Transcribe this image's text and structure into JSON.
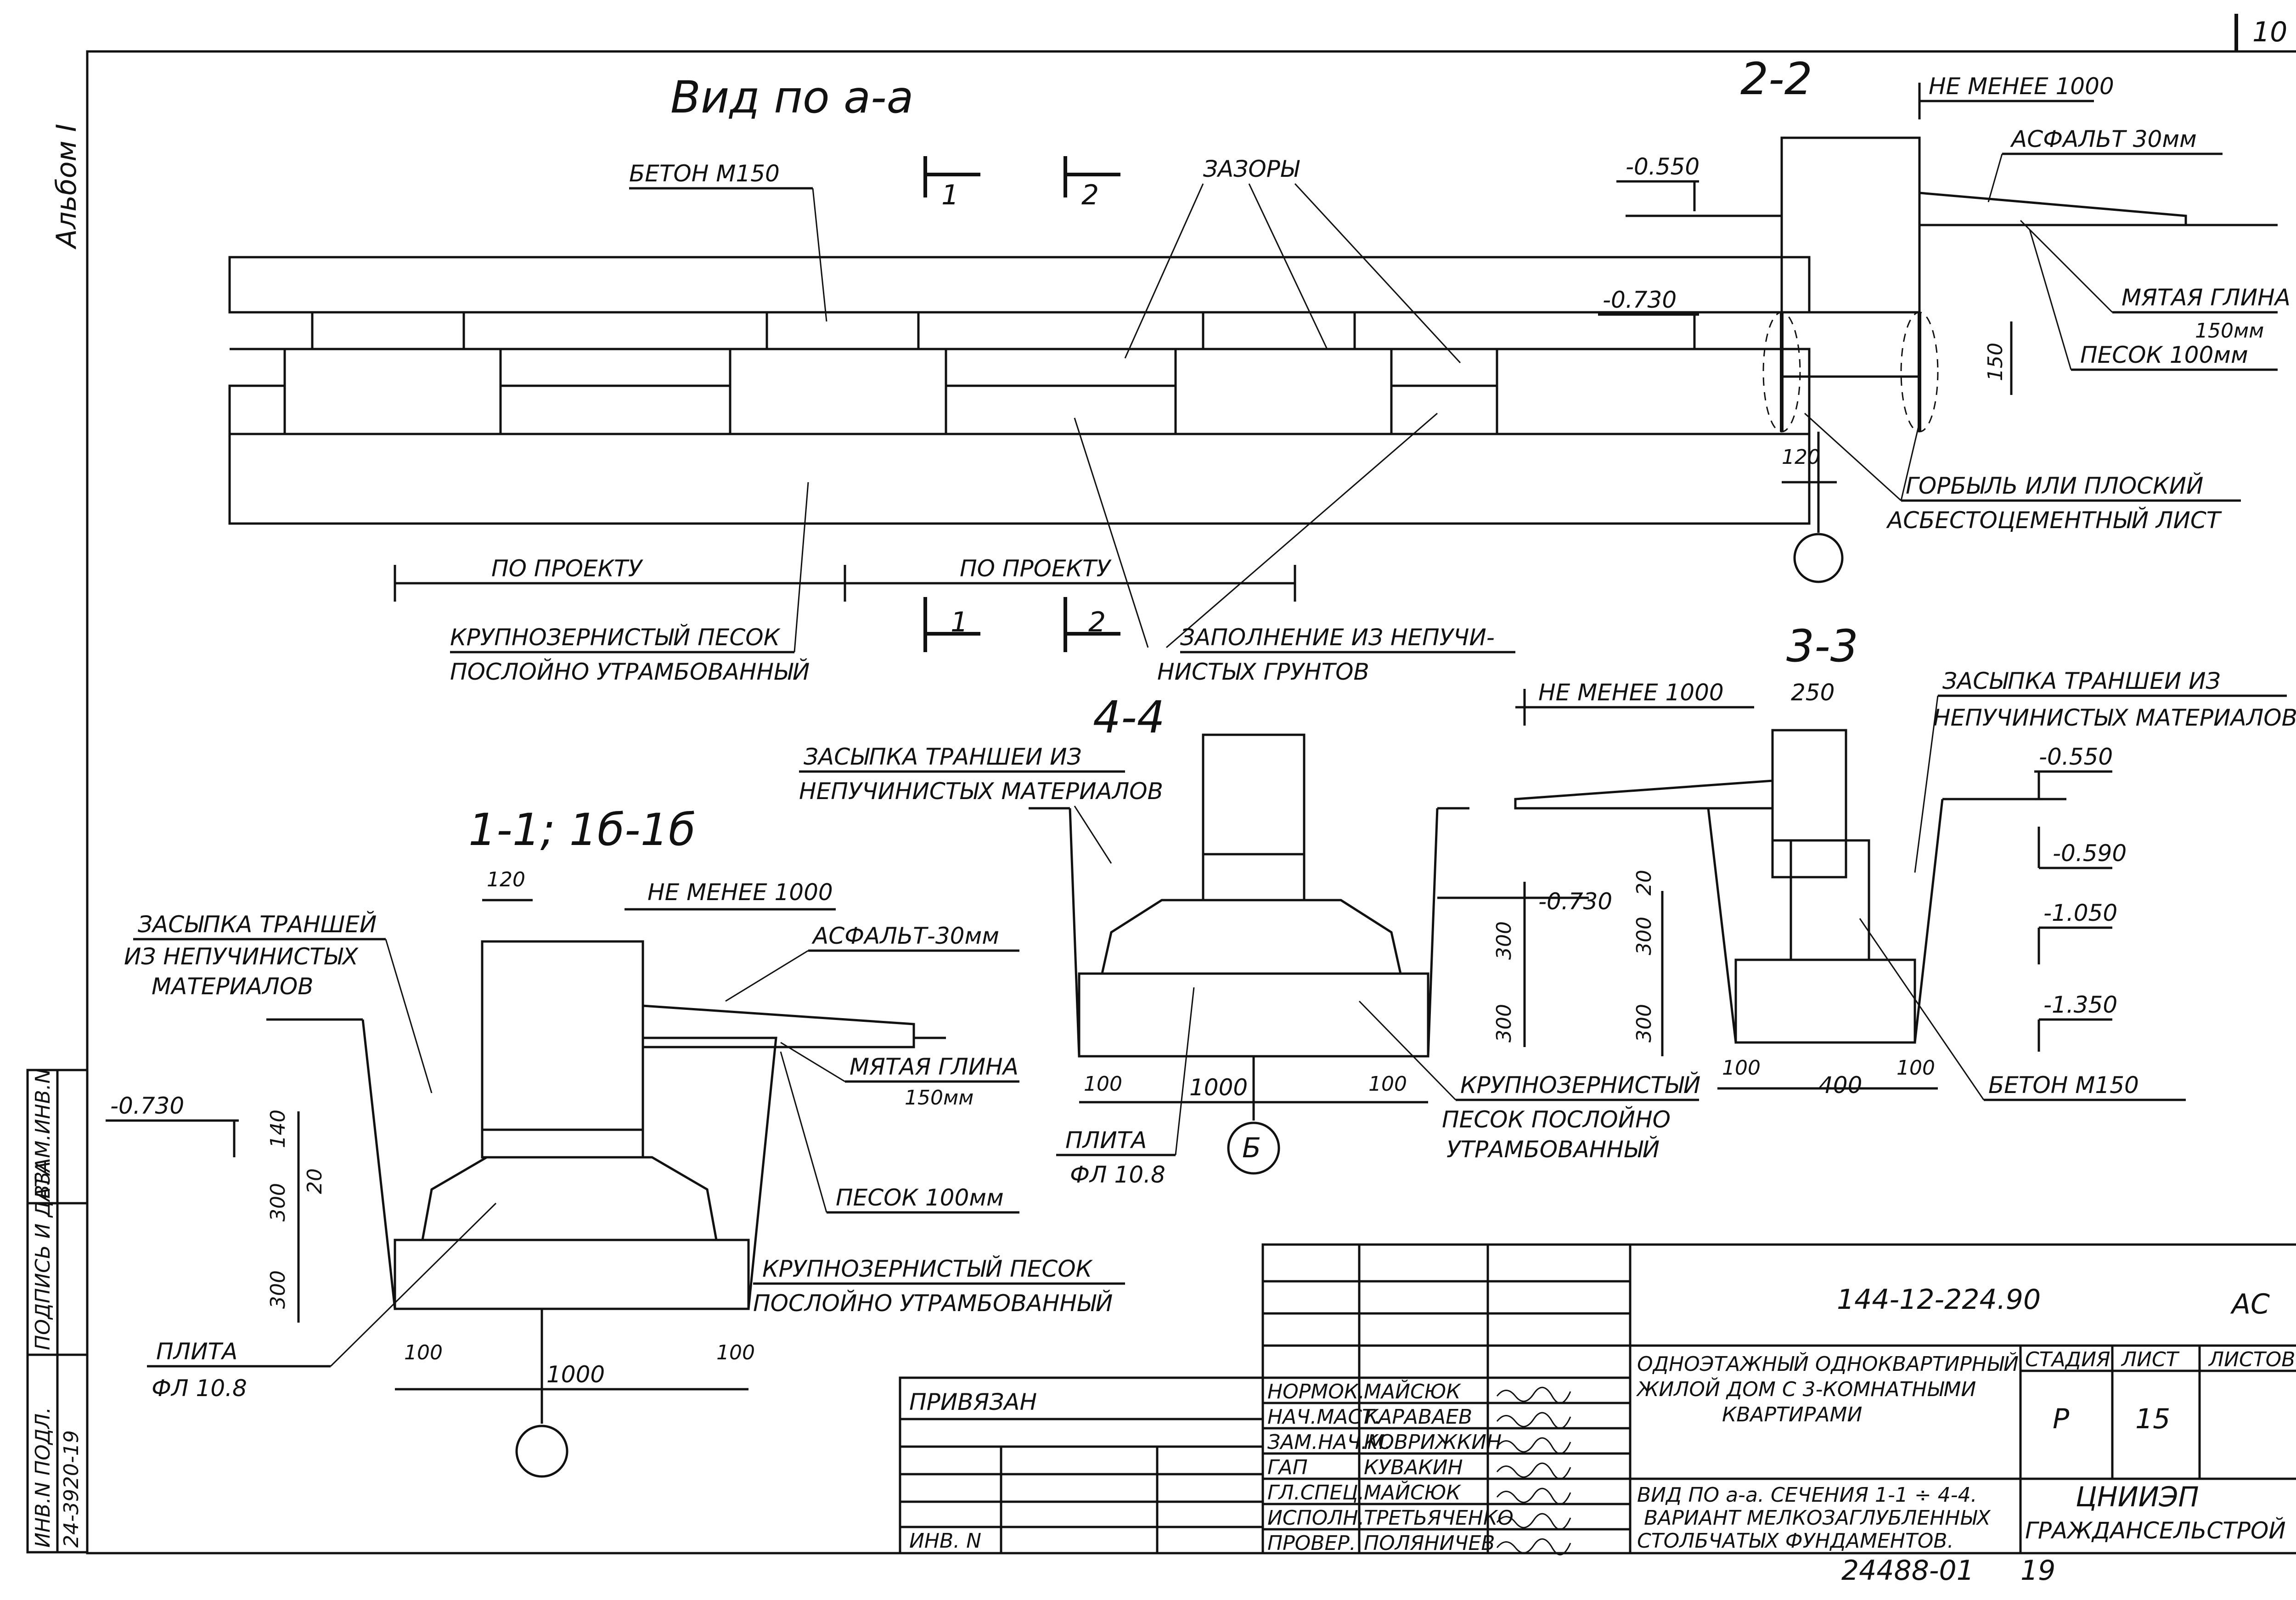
{
  "sheet_number": "10",
  "album_label": "Альбом I",
  "view_aa": {
    "title": "Вид по а-а",
    "label_concrete": "БЕТОН М150",
    "label_gaps": "ЗАЗОРЫ",
    "dim_left": "ПО ПРОЕКТУ",
    "dim_right": "ПО ПРОЕКТУ",
    "label_sand_1": "КРУПНОЗЕРНИСТЫЙ ПЕСОК",
    "label_sand_2": "ПОСЛОЙНО УТРАМБОВАННЫЙ",
    "label_fill_1": "ЗАПОЛНЕНИЕ ИЗ НЕПУЧИ-",
    "label_fill_2": "НИСТЫХ ГРУНТОВ",
    "cut_1": "1",
    "cut_2": "2"
  },
  "section_22": {
    "title": "2-2",
    "dim_min": "НЕ МЕНЕЕ 1000",
    "asphalt": "АСФАЛЬТ 30мм",
    "level_1": "-0.550",
    "level_2": "-0.730",
    "clay_1": "МЯТАЯ ГЛИНА",
    "clay_2": "150мм",
    "sand": "ПЕСОК 100мм",
    "dim_150": "150",
    "dim_120": "120",
    "board_1": "ГОРБЫЛЬ ИЛИ ПЛОСКИЙ",
    "board_2": "АСБЕСТОЦЕМЕНТНЫЙ ЛИСТ"
  },
  "section_33": {
    "title": "3-3",
    "dim_min": "НЕ МЕНЕЕ 1000",
    "dim_250": "250",
    "backfill_1": "ЗАСЫПКА ТРАНШЕИ ИЗ",
    "backfill_2": "НЕПУЧИНИСТЫХ МАТЕРИАЛОВ",
    "level_1": "-0.550",
    "level_2": "-0.590",
    "level_3": "-1.050",
    "level_4": "-1.350",
    "dim_20": "20",
    "dim_300a": "300",
    "dim_300b": "300",
    "dim_100": "100",
    "dim_400": "400",
    "dim_100b": "100",
    "concrete": "БЕТОН М150"
  },
  "section_44": {
    "title": "4-4",
    "backfill_1": "ЗАСЫПКА ТРАНШЕИ ИЗ",
    "backfill_2": "НЕПУЧИНИСТЫХ МАТЕРИАЛОВ",
    "level": "-0.730",
    "dim_300a": "300",
    "dim_300b": "300",
    "dim_100a": "100",
    "dim_1000": "1000",
    "dim_100b": "100",
    "plate_1": "ПЛИТА",
    "plate_2": "ФЛ 10.8",
    "axis": "Б",
    "sand_1": "КРУПНОЗЕРНИСТЫЙ",
    "sand_2": "ПЕСОК ПОСЛОЙНО",
    "sand_3": "УТРАМБОВАННЫЙ"
  },
  "section_11": {
    "title": "1-1; 1б-1б",
    "dim_120": "120",
    "dim_min": "НЕ МЕНЕЕ 1000",
    "asphalt": "АСФАЛЬТ-30мм",
    "backfill_1": "ЗАСЫПКА ТРАНШЕЙ",
    "backfill_2": "ИЗ НЕПУЧИНИСТЫХ",
    "backfill_3": "МАТЕРИАЛОВ",
    "level": "-0.730",
    "dim_140": "140",
    "dim_20": "20",
    "dim_300a": "300",
    "dim_300b": "300",
    "clay_1": "МЯТАЯ ГЛИНА",
    "clay_2": "150мм",
    "sand": "ПЕСОК 100мм",
    "sand_1": "КРУПНОЗЕРНИСТЫЙ ПЕСОК",
    "sand_2": "ПОСЛОЙНО УТРАМБОВАННЫЙ",
    "plate_1": "ПЛИТА",
    "plate_2": "ФЛ 10.8",
    "dim_100a": "100",
    "dim_1000": "1000",
    "dim_100b": "100"
  },
  "side_stamp": {
    "col_1": "ИНВ.N ПОДЛ.",
    "col_2": "ПОДПИСЬ И ДАТА",
    "col_3": "ВЗАМ.ИНВ.N",
    "inv_value": "24-3920-19"
  },
  "title_block": {
    "bound": "ПРИВЯЗАН",
    "inv": "ИНВ. N",
    "doc_number": "144-12-224.90",
    "doc_code": "АС",
    "roles": [
      {
        "role": "НОРМОК.",
        "name": "МАЙСЮК"
      },
      {
        "role": "НАЧ.МАСТ.",
        "name": "КАРАВАЕВ"
      },
      {
        "role": "ЗАМ.НАЧ.М.",
        "name": "КОВРИЖКИН"
      },
      {
        "role": "ГАП",
        "name": "КУВАКИН"
      },
      {
        "role": "ГЛ.СПЕЦ.",
        "name": "МАЙСЮК"
      },
      {
        "role": "ИСПОЛН.",
        "name": "ТРЕТЬЯЧЕНКО"
      },
      {
        "role": "ПРОВЕР.",
        "name": "ПОЛЯНИЧЕВ"
      }
    ],
    "object_1": "ОДНОЭТАЖНЫЙ ОДНОКВАРТИРНЫЙ",
    "object_2": "ЖИЛОЙ ДОМ С 3-КОМНАТНЫМИ",
    "object_3": "КВАРТИРАМИ",
    "sheet_title_1": "ВИД ПО а-а. СЕЧЕНИЯ 1-1 ÷ 4-4.",
    "sheet_title_2": "ВАРИАНТ МЕЛКОЗАГЛУБЛЕННЫХ",
    "sheet_title_3": "СТОЛБЧАТЫХ ФУНДАМЕНТОВ.",
    "stage_label": "СТАДИЯ",
    "sheet_label": "ЛИСТ",
    "sheets_label": "ЛИСТОВ",
    "stage": "Р",
    "sheet": "15",
    "org_1": "ЦНИИЭП",
    "org_2": "ГРАЖДАНСЕЛЬСТРОЙ",
    "footer_code": "24488-01",
    "footer_num": "19"
  }
}
